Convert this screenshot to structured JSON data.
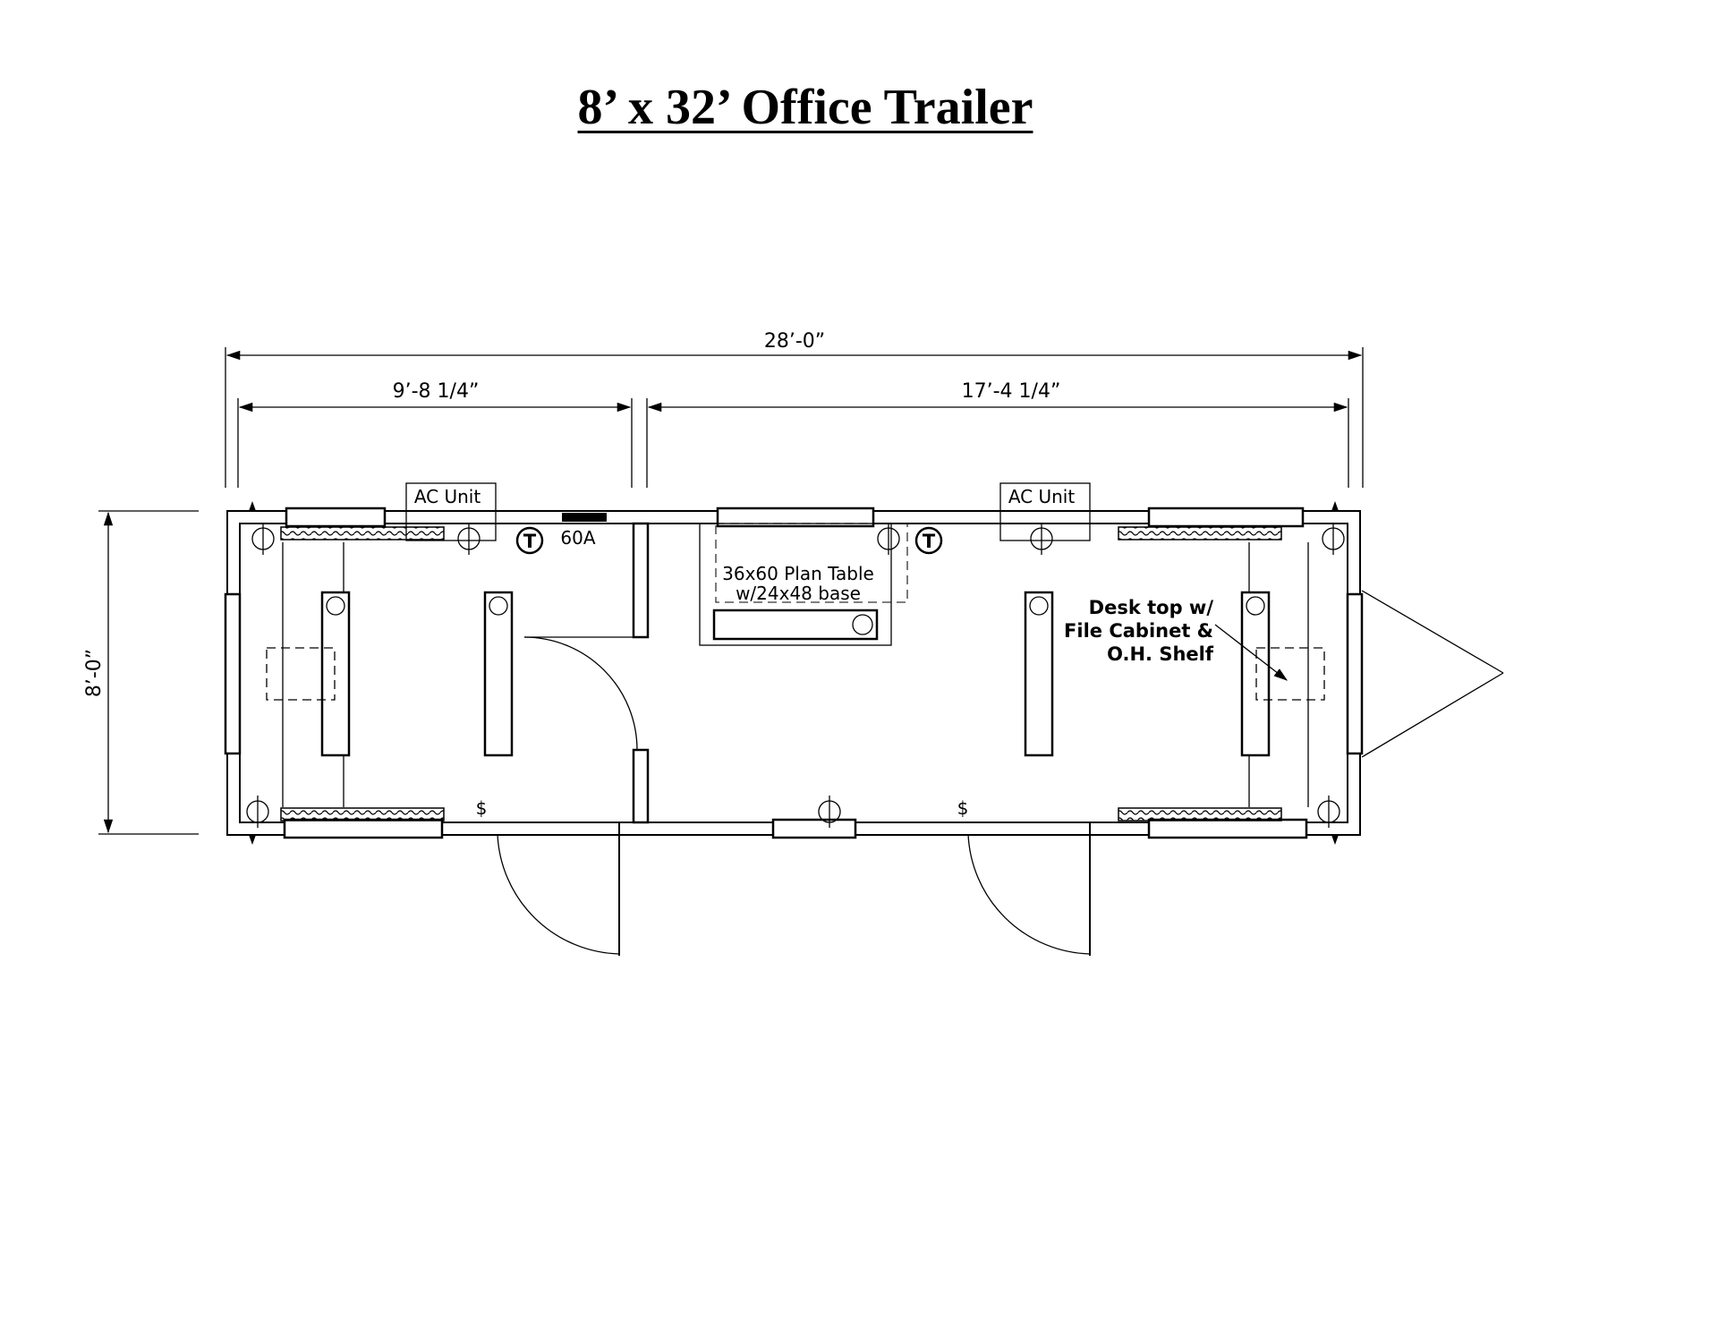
{
  "title": "8’ x 32’ Office Trailer",
  "dimensions": {
    "overall_length": "28’-0”",
    "left_room": "9’-8 1/4”",
    "right_room": "17’-4 1/4”",
    "width": "8’-0”"
  },
  "labels": {
    "ac_unit_left": "AC Unit",
    "ac_unit_right": "AC Unit",
    "panel": "60A",
    "plan_table_line1": "36x60 Plan Table",
    "plan_table_line2": "w/24x48 base",
    "desk_line1": "Desk top w/",
    "desk_line2": "File Cabinet &",
    "desk_line3": "O.H. Shelf",
    "switch_symbol": "$",
    "thermostat_symbol": "T"
  }
}
